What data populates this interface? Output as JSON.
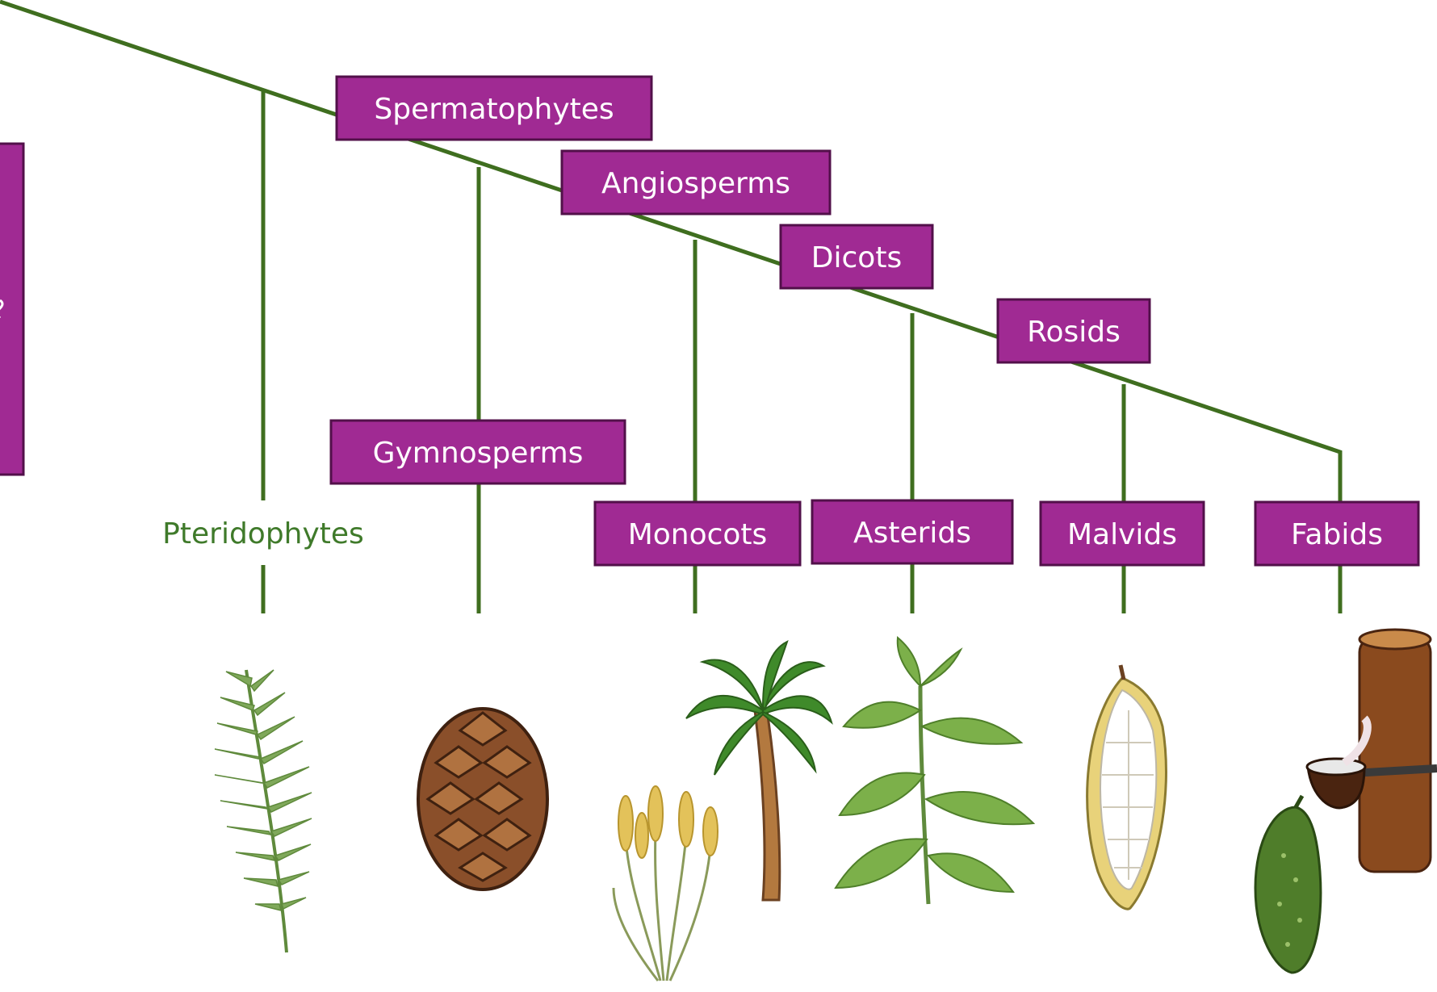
{
  "diagram": {
    "colors": {
      "branch": "#3f6e1f",
      "label_fill": "#a02a93",
      "label_border": "#52104a",
      "label_text": "#ffffff",
      "plain_label_text": "#3f7a2a"
    },
    "clades": {
      "left_cut": "",
      "spermatophytes": "Spermatophytes",
      "angiosperms": "Angiosperms",
      "dicots": "Dicots",
      "rosids": "Rosids",
      "gymnosperms": "Gymnosperms",
      "pteridophytes": "Pteridophytes",
      "monocots": "Monocots",
      "asterids": "Asterids",
      "malvids": "Malvids",
      "fabids": "Fabids"
    },
    "illustrations": [
      {
        "icon": "fern-frond-icon"
      },
      {
        "icon": "pine-cone-icon"
      },
      {
        "icon": "wheat-icon"
      },
      {
        "icon": "palm-tree-icon"
      },
      {
        "icon": "leafy-plant-icon"
      },
      {
        "icon": "cacao-pod-icon"
      },
      {
        "icon": "rubber-tree-icon"
      },
      {
        "icon": "zucchini-icon"
      }
    ]
  }
}
